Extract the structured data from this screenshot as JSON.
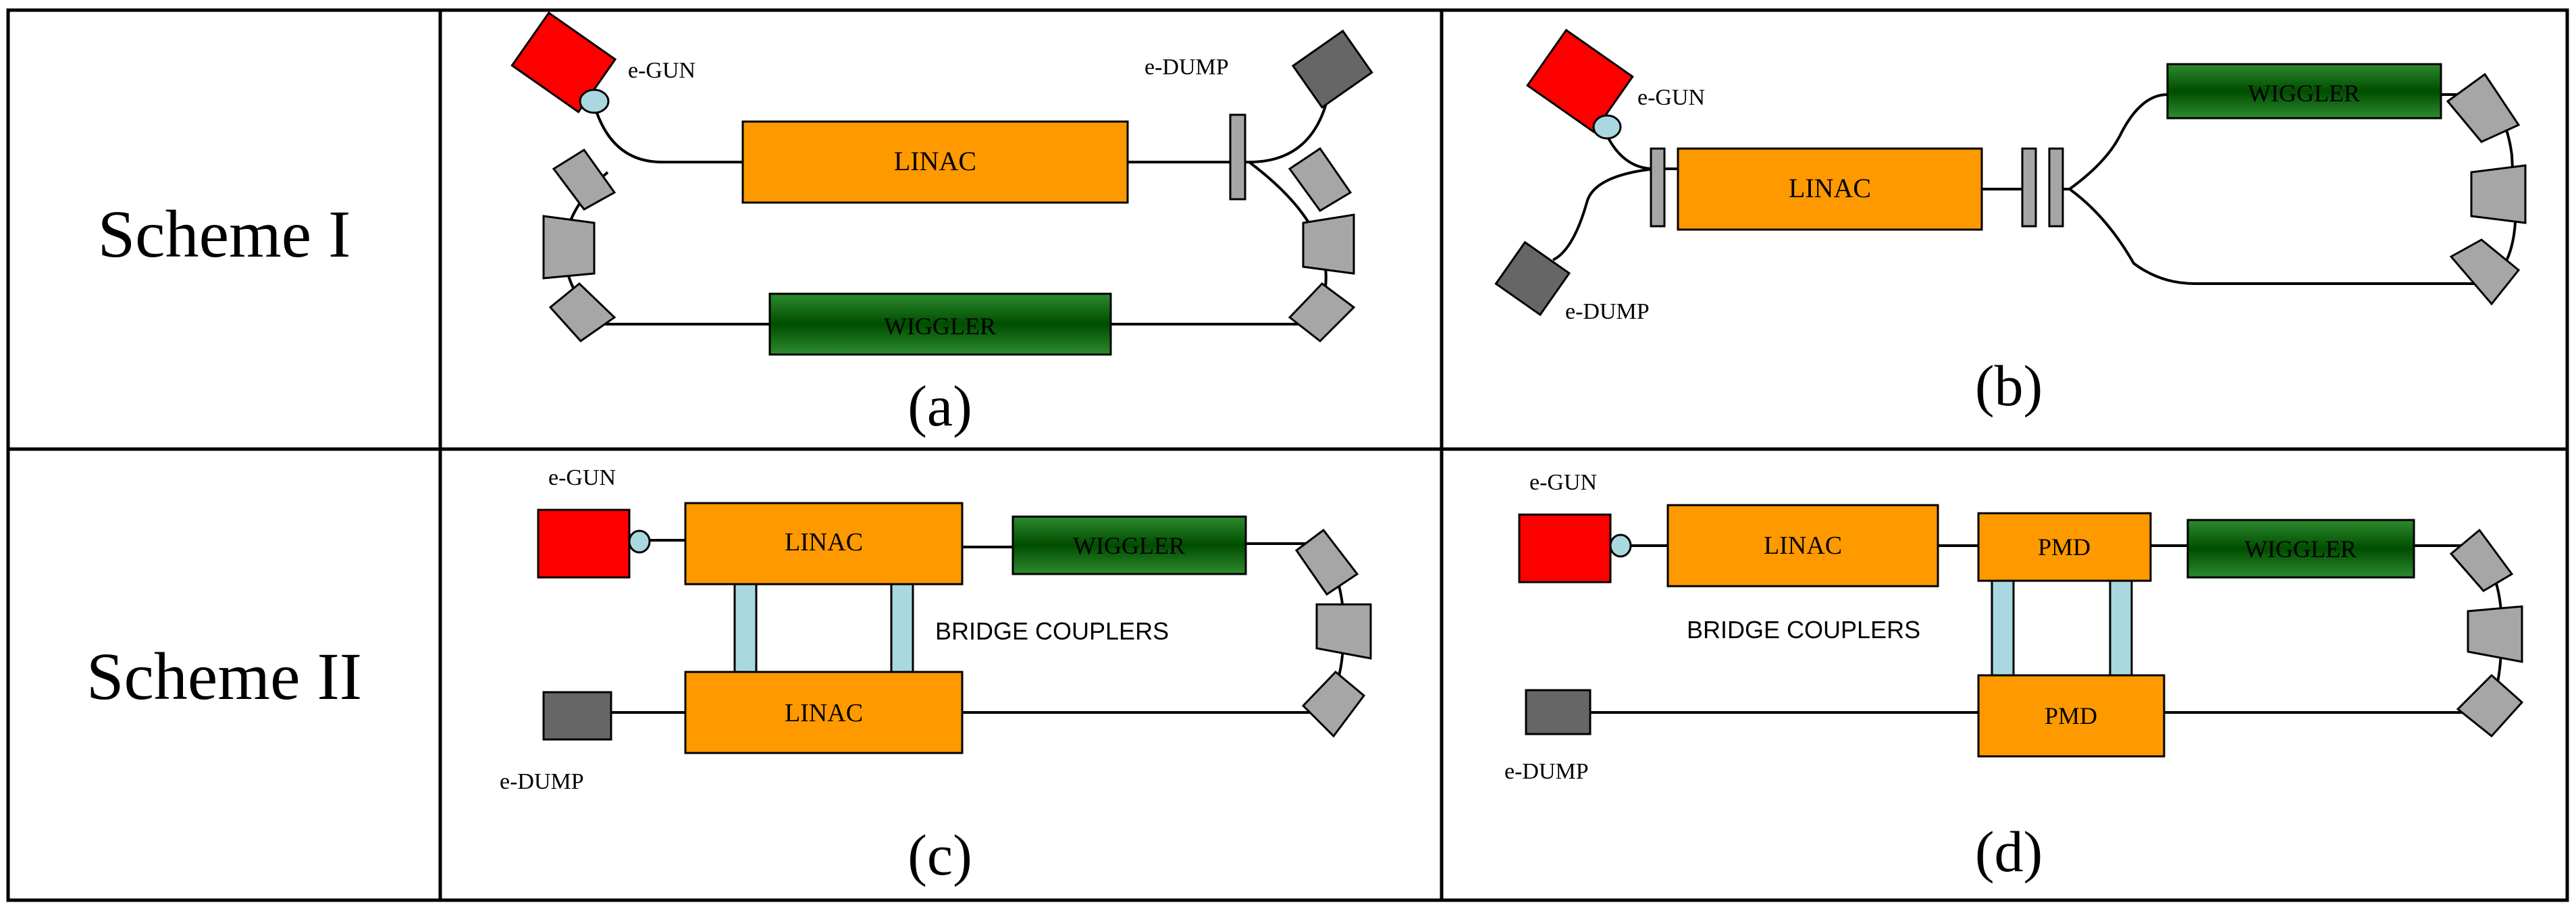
{
  "rows": [
    {
      "label": "Scheme I"
    },
    {
      "label": "Scheme II"
    }
  ],
  "panels": {
    "a": {
      "caption": "(a)",
      "gun": "e-GUN",
      "dump": "e-DUMP",
      "linac": "LINAC",
      "wiggler": "WIGGLER"
    },
    "b": {
      "caption": "(b)",
      "gun": "e-GUN",
      "dump": "e-DUMP",
      "linac": "LINAC",
      "wiggler": "WIGGLER"
    },
    "c": {
      "caption": "(c)",
      "gun": "e-GUN",
      "dump": "e-DUMP",
      "linac_top": "LINAC",
      "linac_bottom": "LINAC",
      "wiggler": "WIGGLER",
      "bridge": "BRIDGE COUPLERS"
    },
    "d": {
      "caption": "(d)",
      "gun": "e-GUN",
      "dump": "e-DUMP",
      "linac": "LINAC",
      "pmd_top": "PMD",
      "pmd_bottom": "PMD",
      "wiggler": "WIGGLER",
      "bridge": "BRIDGE COUPLERS"
    }
  },
  "colors": {
    "gun": "#ff0000",
    "linac": "#ff9900",
    "wiggler": "#006600",
    "dump": "#666666",
    "magnet": "#a6a6a6",
    "coupler": "#a9d8e0",
    "nozzle": "#a9d8e0"
  }
}
